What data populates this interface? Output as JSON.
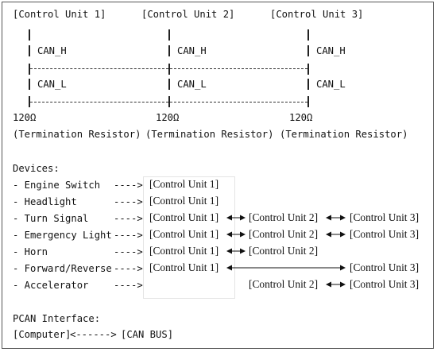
{
  "units": {
    "u1": "[Control Unit 1]",
    "u2": "[Control Unit 2]",
    "u3": "[Control Unit 3]"
  },
  "bus": {
    "can_h": "CAN_H",
    "can_l": "CAN_L"
  },
  "resistor": {
    "value": "120Ω",
    "label": "(Termination Resistor)"
  },
  "devices": {
    "heading": "Devices:",
    "arrow_text": "---->",
    "items": [
      {
        "name": "- Engine Switch",
        "targets": [
          "[Control Unit 1]"
        ]
      },
      {
        "name": "- Headlight",
        "targets": [
          "[Control Unit 1]"
        ]
      },
      {
        "name": "- Turn Signal",
        "targets": [
          "[Control Unit 1]",
          "[Control Unit 2]",
          "[Control Unit 3]"
        ]
      },
      {
        "name": "- Emergency Light",
        "targets": [
          "[Control Unit 1]",
          "[Control Unit 2]",
          "[Control Unit 3]"
        ]
      },
      {
        "name": "- Horn",
        "targets": [
          "[Control Unit 1]",
          "[Control Unit 2]"
        ]
      },
      {
        "name": "- Forward/Reverse",
        "targets": [
          "[Control Unit 1]",
          "[Control Unit 3]"
        ]
      },
      {
        "name": "- Accelerator",
        "targets": [
          "[Control Unit 2]",
          "[Control Unit 3]"
        ]
      }
    ]
  },
  "pcan": {
    "heading": "PCAN Interface:",
    "computer": "[Computer]",
    "link": "<------>",
    "bus": "[CAN BUS]"
  }
}
